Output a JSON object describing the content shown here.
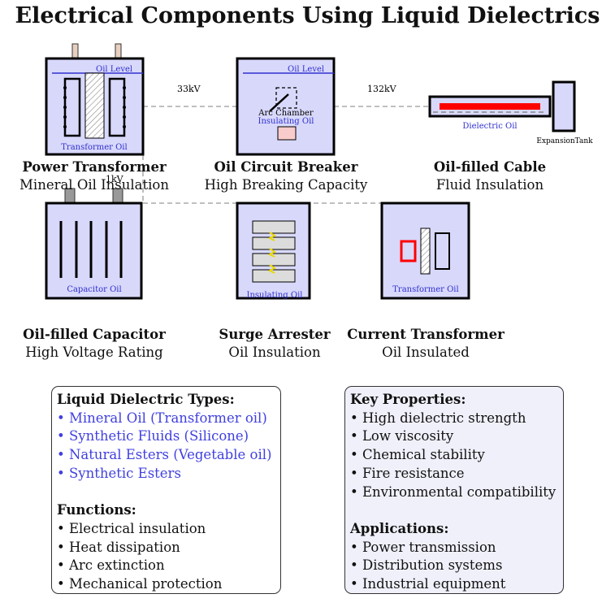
{
  "title": "Electrical Components Using Liquid Dielectrics",
  "connections": {
    "v33": "33kV",
    "v132": "132kV",
    "v1": "1kV"
  },
  "components": {
    "transformer": {
      "name": "Power Transformer",
      "sub": "Mineral Oil Insulation",
      "oil_level": "Oil Level",
      "inner": "Transformer Oil"
    },
    "breaker": {
      "name": "Oil Circuit Breaker",
      "sub": "High Breaking Capacity",
      "oil_level": "Oil Level",
      "arc": "Arc Chamber",
      "inner": "Insulating Oil"
    },
    "cable": {
      "name": "Oil-filled Cable",
      "sub": "Fluid Insulation",
      "inner": "Dielectric Oil",
      "tank": "ExpansionTank"
    },
    "capacitor": {
      "name": "Oil-filled Capacitor",
      "sub": "High Voltage Rating",
      "inner": "Capacitor Oil"
    },
    "arrester": {
      "name": "Surge Arrester",
      "sub": "Oil Insulation",
      "inner": "Insulating Oil"
    },
    "ct": {
      "name": "Current Transformer",
      "sub": "Oil Insulated",
      "inner": "Transformer Oil"
    }
  },
  "types_box": {
    "heading": "Liquid Dielectric Types:",
    "items": [
      "• Mineral Oil (Transformer oil)",
      "• Synthetic Fluids (Silicone)",
      "• Natural Esters (Vegetable oil)",
      "• Synthetic Esters"
    ],
    "functions_heading": "Functions:",
    "functions": [
      "• Electrical insulation",
      "• Heat dissipation",
      "• Arc extinction",
      "• Mechanical protection"
    ]
  },
  "props_box": {
    "heading": "Key Properties:",
    "items": [
      "• High dielectric strength",
      "• Low viscosity",
      "• Chemical stability",
      "• Fire resistance",
      "• Environmental compatibility"
    ],
    "apps_heading": "Applications:",
    "apps": [
      "• Power transmission",
      "• Distribution systems",
      "• Industrial equipment"
    ]
  },
  "colors": {
    "oil_fill": "#d8d8fb",
    "accent_blue": "#3030d0",
    "conductor_red": "#ff0000",
    "spark_yellow": "#e8d800",
    "bushing": "#e8d0c0",
    "box2_fill": "#f0f0fb"
  }
}
